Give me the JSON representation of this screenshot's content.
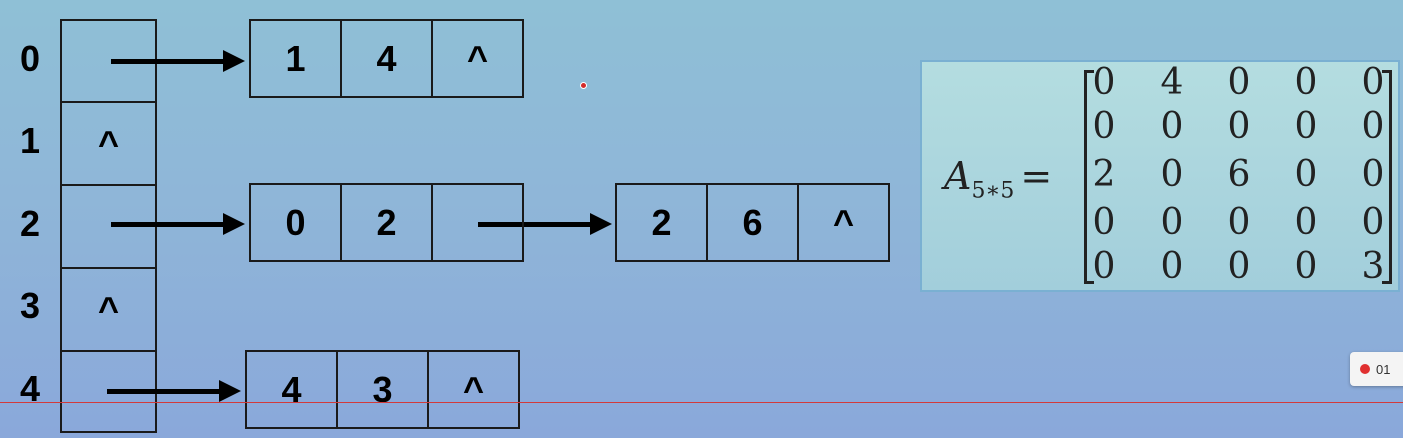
{
  "diagram": {
    "indices": [
      "0",
      "1",
      "2",
      "3",
      "4"
    ],
    "head_cells": [
      "",
      "^",
      "",
      "^",
      ""
    ],
    "nodes": {
      "row0_node0": [
        "1",
        "4",
        "^"
      ],
      "row2_node0": [
        "0",
        "2",
        ""
      ],
      "row2_node1": [
        "2",
        "6",
        "^"
      ],
      "row4_node0": [
        "4",
        "3",
        "^"
      ]
    }
  },
  "matrix": {
    "label_symbol": "A",
    "label_subscript": "5∗5",
    "equals": "=",
    "rows": [
      [
        "0",
        "4",
        "0",
        "0",
        "0"
      ],
      [
        "0",
        "0",
        "0",
        "0",
        "0"
      ],
      [
        "2",
        "0",
        "6",
        "0",
        "0"
      ],
      [
        "0",
        "0",
        "0",
        "0",
        "0"
      ],
      [
        "0",
        "0",
        "0",
        "0",
        "3"
      ]
    ]
  },
  "recording_badge": {
    "text": "01"
  },
  "colors": {
    "background_top": "#8fc0d6",
    "background_bottom": "#8aa8da",
    "guide_line": "#d23a3a",
    "record_dot": "#e03030"
  }
}
